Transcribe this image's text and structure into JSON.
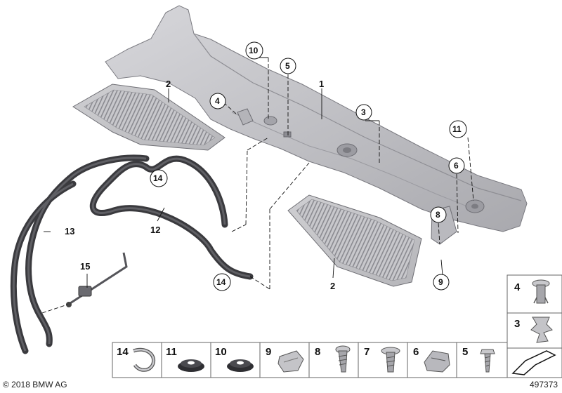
{
  "diagram": {
    "callouts": [
      {
        "id": "c1",
        "label": "1",
        "circled": false
      },
      {
        "id": "c2a",
        "label": "2",
        "circled": false
      },
      {
        "id": "c2b",
        "label": "2",
        "circled": false
      },
      {
        "id": "c3",
        "label": "3",
        "circled": true
      },
      {
        "id": "c4",
        "label": "4",
        "circled": true
      },
      {
        "id": "c5",
        "label": "5",
        "circled": true
      },
      {
        "id": "c6",
        "label": "6",
        "circled": true
      },
      {
        "id": "c8",
        "label": "8",
        "circled": true
      },
      {
        "id": "c9",
        "label": "9",
        "circled": true
      },
      {
        "id": "c10",
        "label": "10",
        "circled": true
      },
      {
        "id": "c11",
        "label": "11",
        "circled": true
      },
      {
        "id": "c12",
        "label": "12",
        "circled": false
      },
      {
        "id": "c13",
        "label": "13",
        "circled": false
      },
      {
        "id": "c14a",
        "label": "14",
        "circled": true
      },
      {
        "id": "c14b",
        "label": "14",
        "circled": true
      },
      {
        "id": "c15",
        "label": "15",
        "circled": false
      }
    ],
    "parts_strip": [
      {
        "label": "14",
        "icon": "hose-clip-icon"
      },
      {
        "label": "11",
        "icon": "grommet-icon"
      },
      {
        "label": "10",
        "icon": "grommet-icon"
      },
      {
        "label": "9",
        "icon": "clip-nut-icon"
      },
      {
        "label": "8",
        "icon": "screw-icon"
      },
      {
        "label": "7",
        "icon": "screw-washer-icon"
      },
      {
        "label": "6",
        "icon": "clamp-icon"
      },
      {
        "label": "5",
        "icon": "screw-icon"
      }
    ],
    "parts_column": [
      {
        "label": "4",
        "icon": "expanding-rivet-icon"
      },
      {
        "label": "3",
        "icon": "spring-clip-icon"
      }
    ],
    "copyright": "© 2018 BMW AG",
    "diagram_id": "497373"
  }
}
